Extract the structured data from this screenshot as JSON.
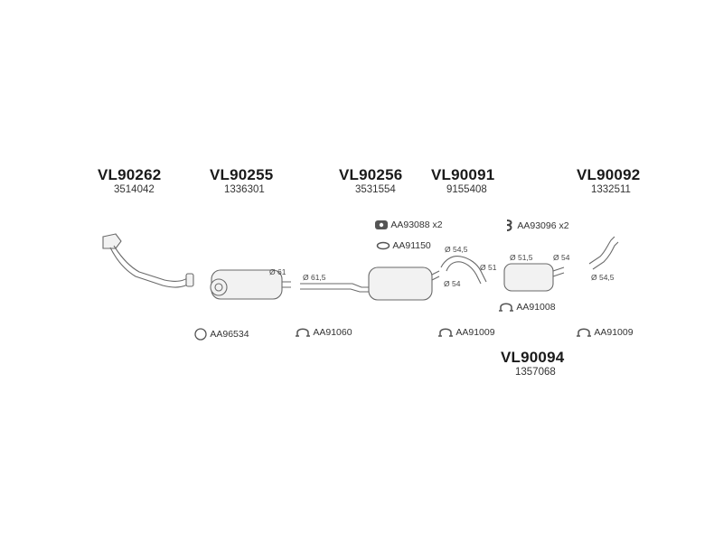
{
  "groups": [
    {
      "code": "VL90262",
      "number": "3514042"
    },
    {
      "code": "VL90255",
      "number": "1336301"
    },
    {
      "code": "VL90256",
      "number": "3531554"
    },
    {
      "code": "VL90091",
      "number": "9155408"
    },
    {
      "code": "VL90092",
      "number": "1332511"
    },
    {
      "code": "VL90094",
      "number": "1357068"
    }
  ],
  "accessories": [
    {
      "label": "AA93088 x2",
      "icon": "rubber-mount-icon"
    },
    {
      "label": "AA91150",
      "icon": "ring-gasket-icon"
    },
    {
      "label": "AA93096 x2",
      "icon": "hanger-clip-icon"
    },
    {
      "label": "AA91008",
      "icon": "pipe-clamp-icon"
    },
    {
      "label": "AA96534",
      "icon": "ring-gasket-icon"
    },
    {
      "label": "AA91060",
      "icon": "pipe-clamp-icon"
    },
    {
      "label": "AA91009",
      "icon": "pipe-clamp-icon"
    },
    {
      "label": "AA91009",
      "icon": "pipe-clamp-icon"
    }
  ],
  "diameters": [
    "Ø 61",
    "Ø 61,5",
    "Ø 54,5",
    "Ø 51",
    "Ø 54",
    "Ø 51,5",
    "Ø 54",
    "Ø 54,5"
  ]
}
